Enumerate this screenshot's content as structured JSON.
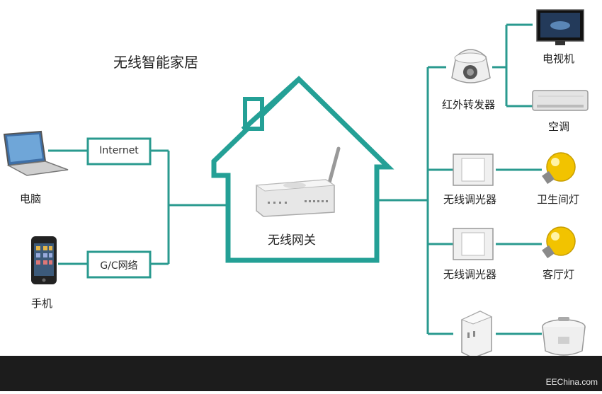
{
  "title": "无线智能家居",
  "gateway": {
    "label": "无线网关"
  },
  "left_devices": [
    {
      "id": "computer",
      "label": "电脑",
      "link_label": "Internet",
      "icon": "laptop-icon"
    },
    {
      "id": "phone",
      "label": "手机",
      "link_label": "G/C网络",
      "icon": "smartphone-icon"
    }
  ],
  "right_devices": [
    {
      "id": "ir-forwarder",
      "label": "红外转发器",
      "icon": "ir-transmitter-icon",
      "targets": [
        {
          "label": "电视机",
          "icon": "tv-icon"
        },
        {
          "label": "空调",
          "icon": "air-conditioner-icon"
        }
      ]
    },
    {
      "id": "dimmer-1",
      "label": "无线调光器",
      "icon": "wall-switch-icon",
      "targets": [
        {
          "label": "卫生间灯",
          "icon": "light-bulb-icon"
        }
      ]
    },
    {
      "id": "dimmer-2",
      "label": "无线调光器",
      "icon": "wall-switch-icon",
      "targets": [
        {
          "label": "客厅灯",
          "icon": "light-bulb-icon"
        }
      ]
    },
    {
      "id": "smart-plug",
      "label": "",
      "icon": "smart-plug-icon",
      "targets": [
        {
          "label": "",
          "icon": "rice-cooker-icon"
        }
      ]
    }
  ],
  "watermark": "EEChina.com",
  "colors": {
    "line": "#2a9a8f",
    "house": "#24a096",
    "bulb": "#f2c300",
    "footer": "#1c1c1c"
  }
}
